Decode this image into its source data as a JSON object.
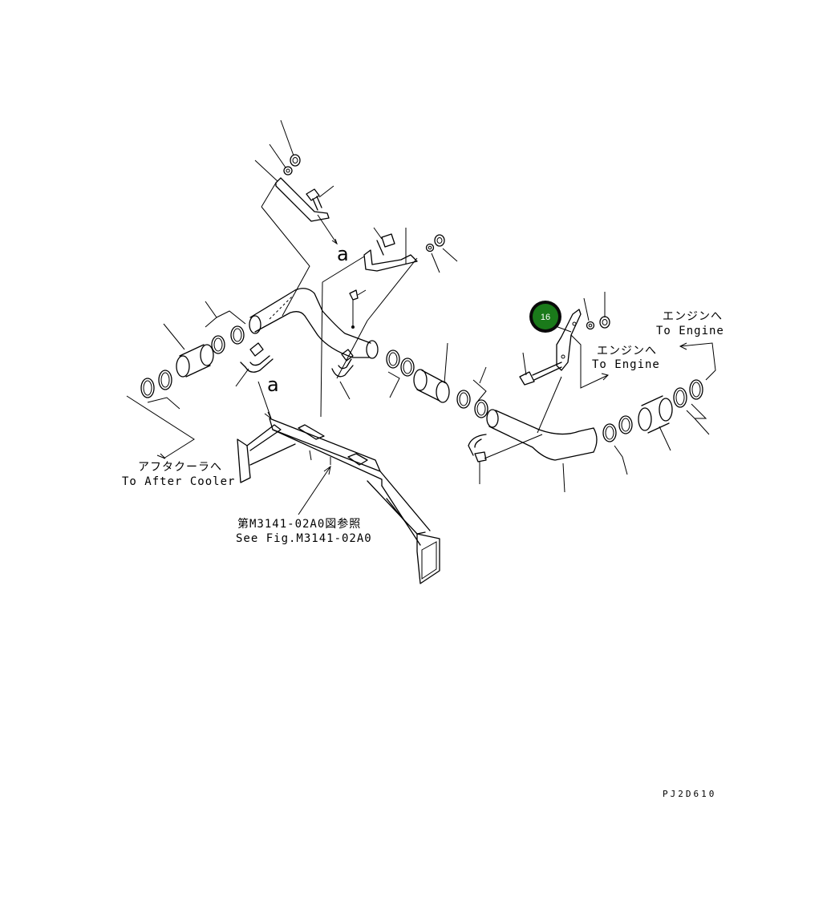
{
  "labels": {
    "engine_top_jp": "エンジンへ",
    "engine_top_en": "To Engine",
    "engine_mid_jp": "エンジンへ",
    "engine_mid_en": "To Engine",
    "aftercooler_jp": "アフタクーラへ",
    "aftercooler_en": "To After Cooler",
    "see_fig_jp": "第M3141-02A0図参照",
    "see_fig_en": "See Fig.M3141-02A0",
    "ref_a_top": "a",
    "ref_a_bottom": "a",
    "drawing_code": "PJ2D610"
  },
  "callout": {
    "number": "16",
    "color": "#1a7a1a"
  }
}
